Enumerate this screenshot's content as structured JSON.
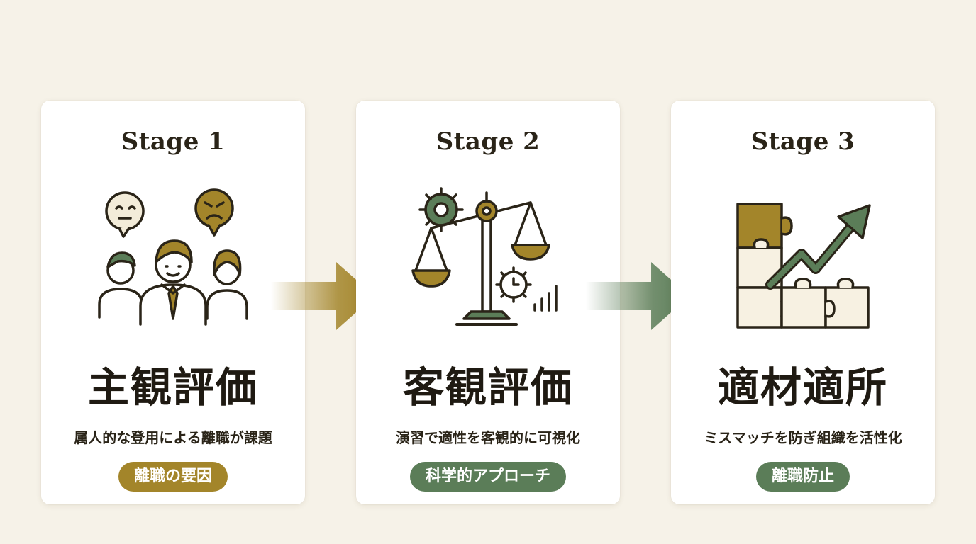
{
  "colors": {
    "background": "#f6f2e8",
    "card": "#ffffff",
    "gold": "#a3852a",
    "green": "#5b7d58",
    "ink": "#2a2418"
  },
  "stages": [
    {
      "label": "Stage 1",
      "headline": "主観評価",
      "caption": "属人的な登用による離職が課題",
      "badge": "離職の要因",
      "badge_color": "#a3852a",
      "icon": "people-with-speech-bubbles-icon"
    },
    {
      "label": "Stage 2",
      "headline": "客観評価",
      "caption": "演習で適性を客観的に可視化",
      "badge": "科学的アプローチ",
      "badge_color": "#5b7d58",
      "icon": "balance-scale-gear-clock-icon"
    },
    {
      "label": "Stage 3",
      "headline": "適材適所",
      "caption": "ミスマッチを防ぎ組織を活性化",
      "badge": "離職防止",
      "badge_color": "#5b7d58",
      "icon": "puzzle-growth-arrow-icon"
    }
  ],
  "arrows": [
    {
      "icon": "right-arrow-icon",
      "color": "#a3852a"
    },
    {
      "icon": "right-arrow-icon",
      "color": "#5b7d58"
    }
  ]
}
